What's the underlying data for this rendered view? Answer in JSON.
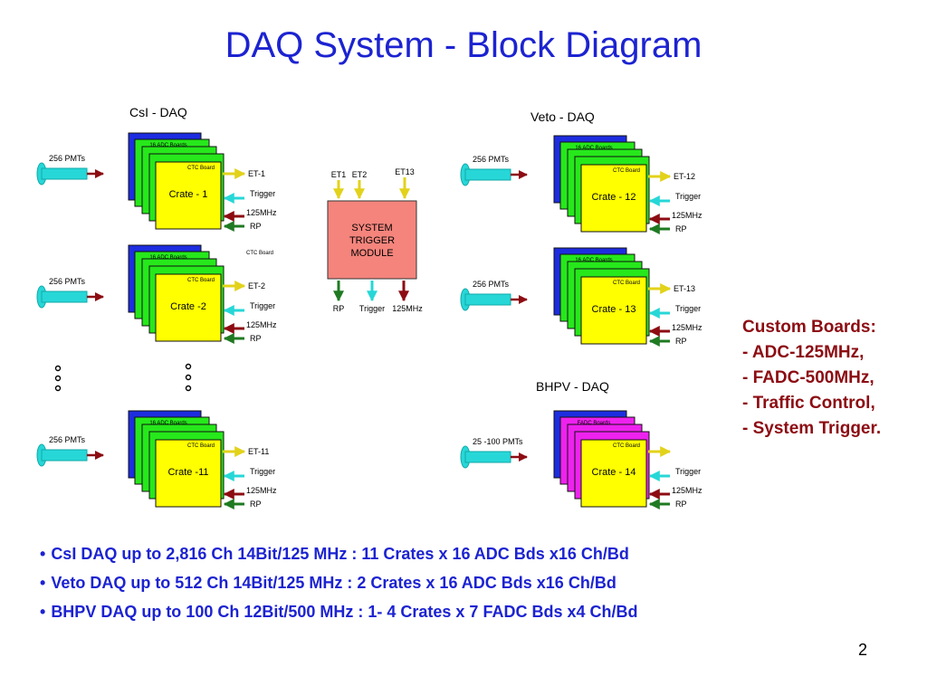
{
  "title": "DAQ System - Block Diagram",
  "groups": {
    "csi": "CsI - DAQ",
    "veto": "Veto - DAQ",
    "bhpv": "BHPV - DAQ"
  },
  "common": {
    "adc_boards": "16 ADC Boards",
    "fadc_boards": "FADC Boards",
    "ctc_board": "CTC Board",
    "trigger": "Trigger",
    "clock": "125MHz",
    "rp": "RP",
    "pmts": "256 PMTs",
    "bhpv_pmts": "25 -100 PMTs",
    "ellipsis": "o"
  },
  "crates": [
    {
      "name": "Crate - 1",
      "et": "ET-1"
    },
    {
      "name": "Crate -2",
      "et": "ET-2"
    },
    {
      "name": "Crate -11",
      "et": "ET-11"
    },
    {
      "name": "Crate - 12",
      "et": "ET-12"
    },
    {
      "name": "Crate - 13",
      "et": "ET-13"
    },
    {
      "name": "Crate - 14",
      "et": ""
    }
  ],
  "trigger_module": {
    "lines": [
      "SYSTEM",
      "TRIGGER",
      "MODULE"
    ],
    "inputs": [
      "ET1",
      "ET2",
      "ET13"
    ],
    "outputs": [
      "RP",
      "Trigger",
      "125MHz"
    ]
  },
  "colors": {
    "title_blue": "#1c23d1",
    "back_board": "#1d2de0",
    "adc_green": "#26e81b",
    "fadc_magenta": "#ee22ee",
    "ctc_yellow": "#ffff00",
    "trigger_red": "#f4847c",
    "pmt_cyan": "#27d7d7",
    "dark_red": "#8c0c12",
    "dark_green": "#1f7a22"
  },
  "custom_boards": [
    "Custom Boards:",
    "- ADC-125MHz,",
    "- FADC-500MHz,",
    "- Traffic Control,",
    "- System Trigger."
  ],
  "bullets": [
    "CsI DAQ up to 2,816 Ch 14Bit/125 MHz : 11 Crates x 16 ADC Bds x16 Ch/Bd",
    "Veto DAQ up to 512 Ch 14Bit/125 MHz : 2 Crates x 16 ADC Bds x16 Ch/Bd",
    "BHPV DAQ up to 100 Ch 12Bit/500 MHz : 1- 4 Crates x 7 FADC Bds x4 Ch/Bd"
  ],
  "page_number": "2"
}
